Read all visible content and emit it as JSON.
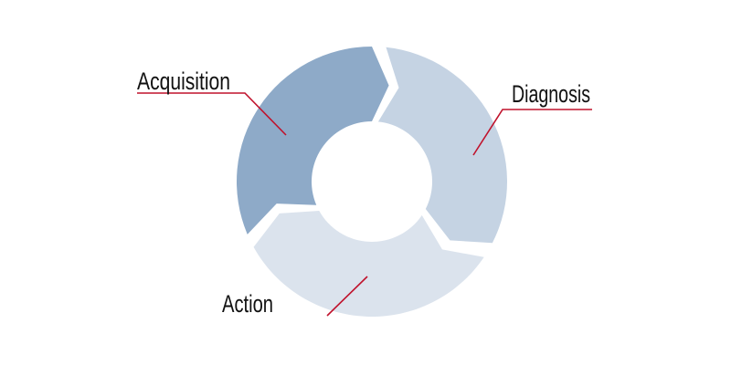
{
  "diagram": {
    "type": "cycle",
    "stages": [
      {
        "label": "Acquisition",
        "color": "#8eaac8"
      },
      {
        "label": "Diagnosis",
        "color": "#c5d3e3"
      },
      {
        "label": "Action",
        "color": "#dbe3ed"
      }
    ],
    "leader_color": "#c0122c"
  }
}
